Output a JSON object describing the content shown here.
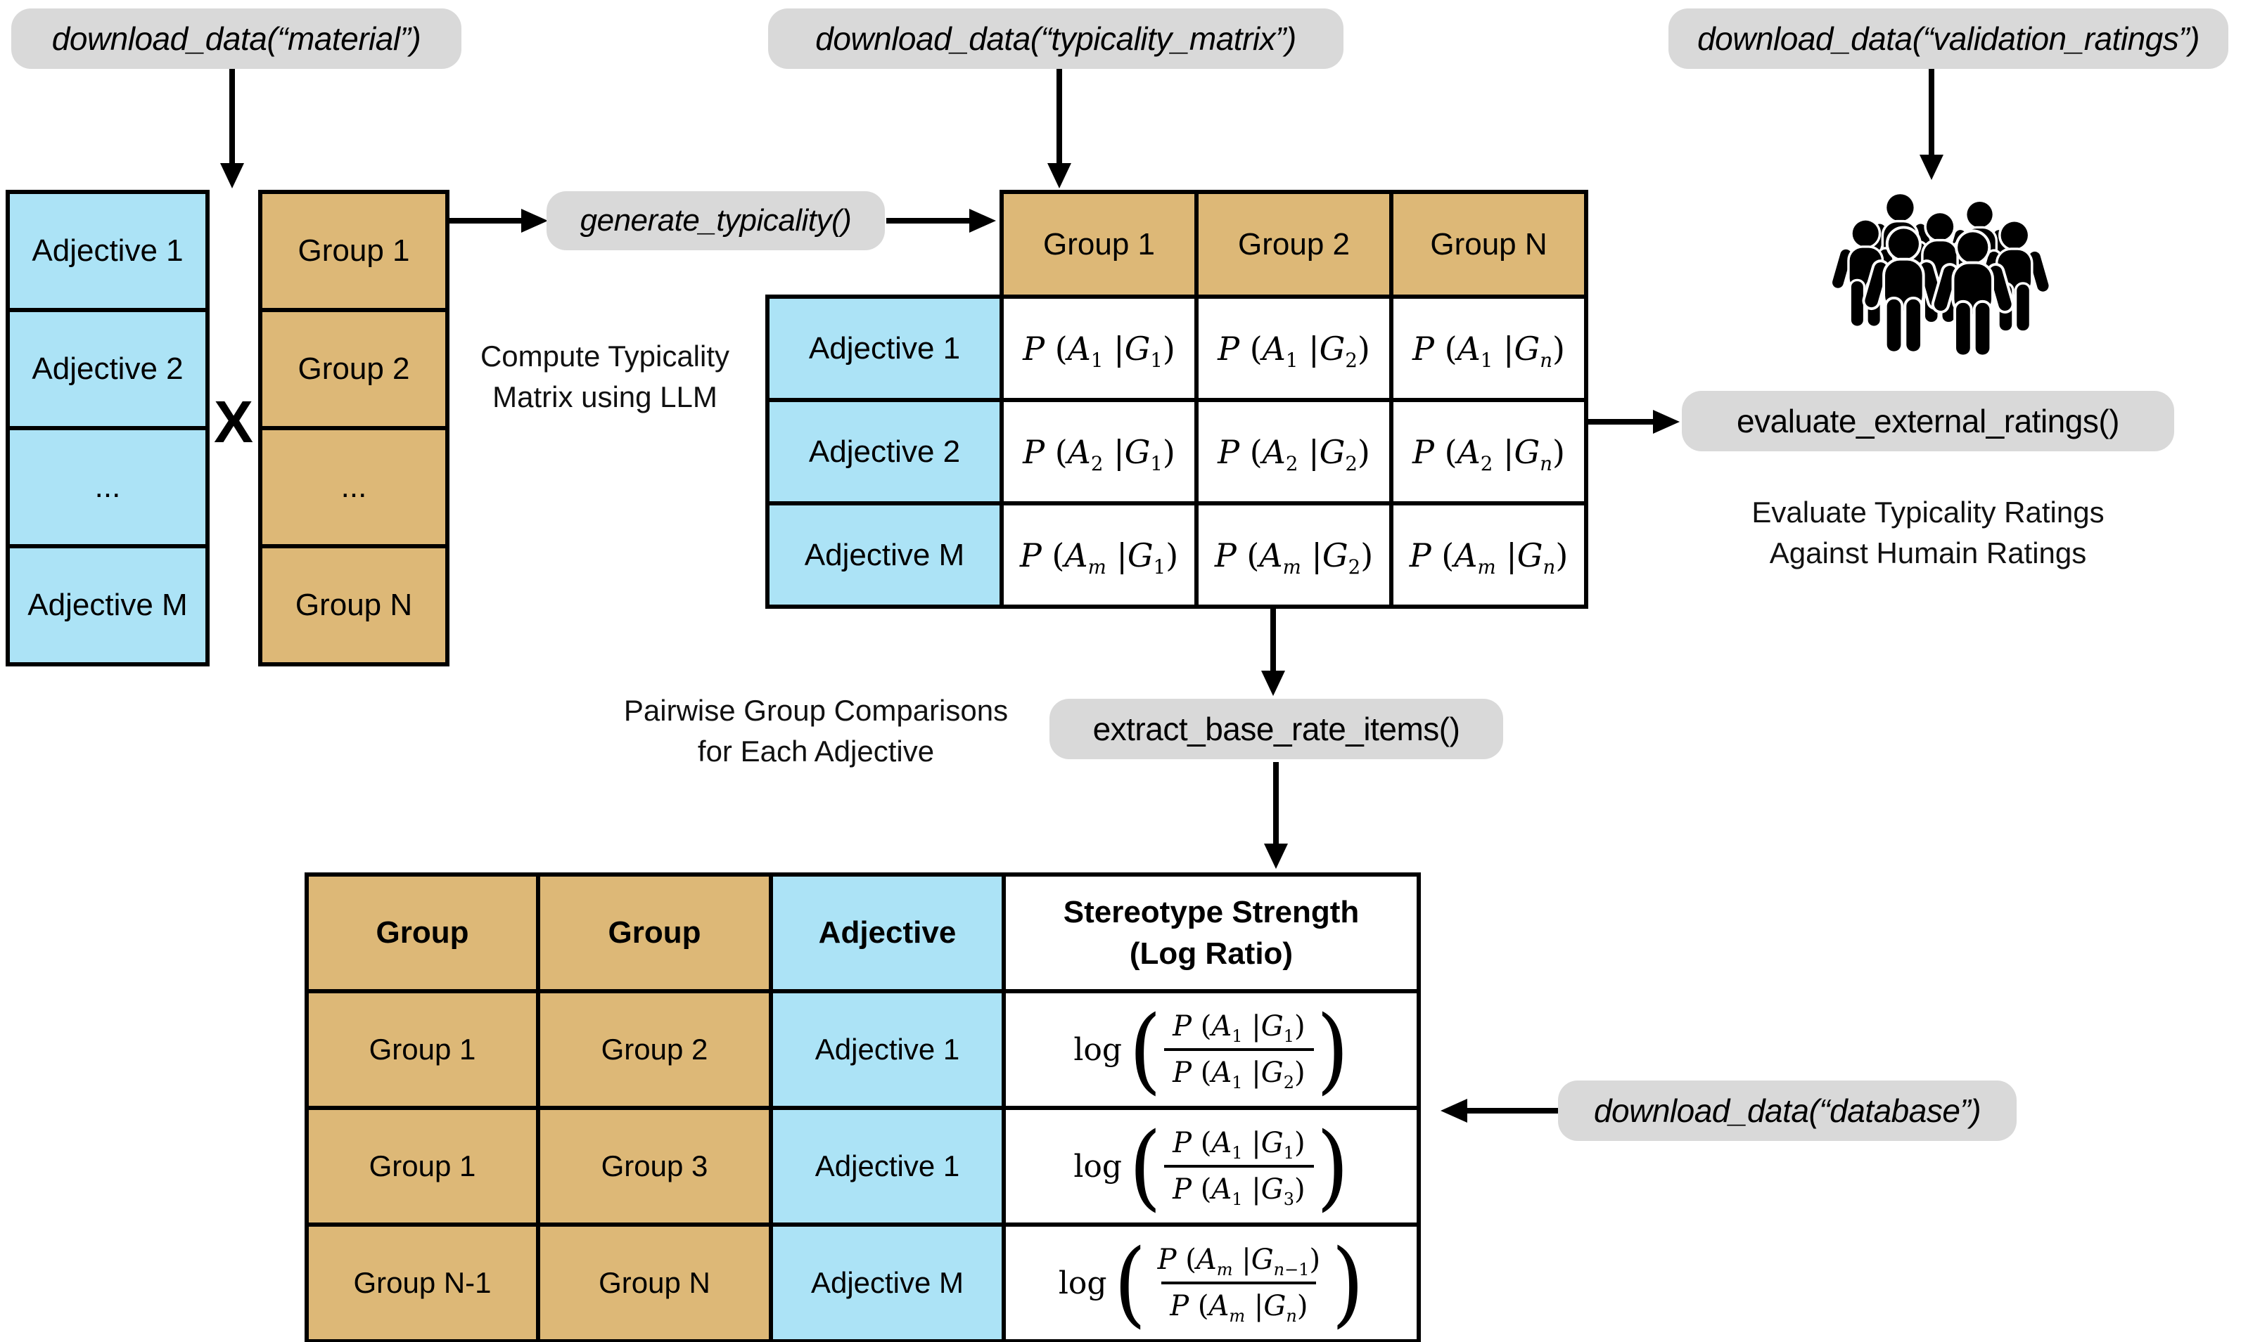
{
  "pills": {
    "material": "download_data(“material”)",
    "typicality_matrix": "download_data(“typicality_matrix”)",
    "validation_ratings": "download_data(“validation_ratings”)",
    "generate_typicality": "generate_typicality()",
    "evaluate_external_ratings": "evaluate_external_ratings()",
    "extract_base_rate_items": "extract_base_rate_items()",
    "database": "download_data(“database”)"
  },
  "captions": {
    "compute_typicality": [
      "Compute Typicality",
      "Matrix using LLM"
    ],
    "pairwise": [
      "Pairwise Group Comparisons",
      "for Each Adjective"
    ],
    "evaluate": [
      "Evaluate Typicality Ratings",
      "Against Humain Ratings"
    ]
  },
  "cross_operator": "X",
  "adjective_list": [
    "Adjective 1",
    "Adjective 2",
    "...",
    "Adjective M"
  ],
  "group_list": [
    "Group 1",
    "Group 2",
    "...",
    "Group N"
  ],
  "typicality_matrix": {
    "col_headers": [
      "Group 1",
      "Group 2",
      "Group N"
    ],
    "row_headers": [
      "Adjective 1",
      "Adjective 2",
      "Adjective M"
    ],
    "cells": [
      [
        "P (A_1 |G_1)",
        "P (A_1 |G_2)",
        "P (A_1 |G_n)"
      ],
      [
        "P (A_2 |G_1)",
        "P (A_2 |G_2)",
        "P (A_2 |G_n)"
      ],
      [
        "P (A_m |G_1)",
        "P (A_m |G_2)",
        "P (A_m |G_n)"
      ]
    ]
  },
  "bottom_table": {
    "headers": [
      "Group",
      "Group",
      "Adjective"
    ],
    "stereotype_header": [
      "Stereotype Strength",
      "(Log Ratio)"
    ],
    "log_label": "log",
    "paren_open": "(",
    "paren_close": ")",
    "rows": [
      {
        "group_a": "Group 1",
        "group_b": "Group 2",
        "adjective": "Adjective 1",
        "numerator": "P (A_1 |G_1)",
        "denominator": "P (A_1 |G_2)"
      },
      {
        "group_a": "Group 1",
        "group_b": "Group 3",
        "adjective": "Adjective 1",
        "numerator": "P (A_1 |G_1)",
        "denominator": "P (A_1 |G_3)"
      },
      {
        "group_a": "Group N-1",
        "group_b": "Group N",
        "adjective": "Adjective M",
        "numerator": "P (A_m |G_{n−1})",
        "denominator": "P (A_m |G_n)"
      }
    ]
  },
  "icons": {
    "crowd": "group-of-people"
  },
  "colors": {
    "cell_blue": "#ace3f6",
    "cell_tan": "#ddb877",
    "pill_gray": "#d9d9d9",
    "border_black": "#000000"
  }
}
